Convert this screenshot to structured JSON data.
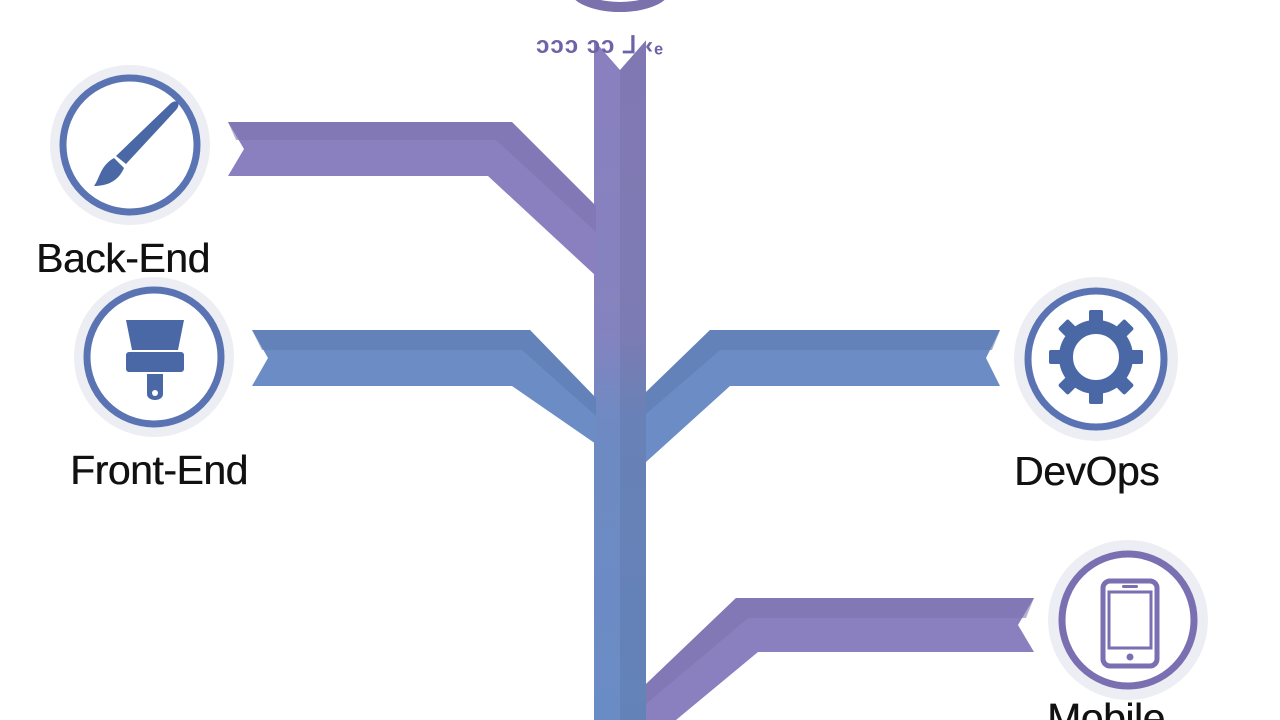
{
  "diagram": {
    "top_text": "ɔɔɔ ɔɔ ⅃ ‹ₑ",
    "colors": {
      "purple": "#8a80bf",
      "purple_dark": "#7a71ad",
      "blue": "#6b8cc4",
      "blue_dark": "#5d7bb3",
      "icon": "#4a67a6",
      "ring_outer": "#eceef3"
    },
    "nodes": [
      {
        "id": "back-end",
        "label": "Back-End",
        "icon": "paintbrush-icon"
      },
      {
        "id": "front-end",
        "label": "Front-End",
        "icon": "paint-scraper-icon"
      },
      {
        "id": "devops",
        "label": "DevOps",
        "icon": "gear-icon"
      },
      {
        "id": "mobile",
        "label": "Mobile",
        "icon": "smartphone-icon"
      }
    ]
  }
}
